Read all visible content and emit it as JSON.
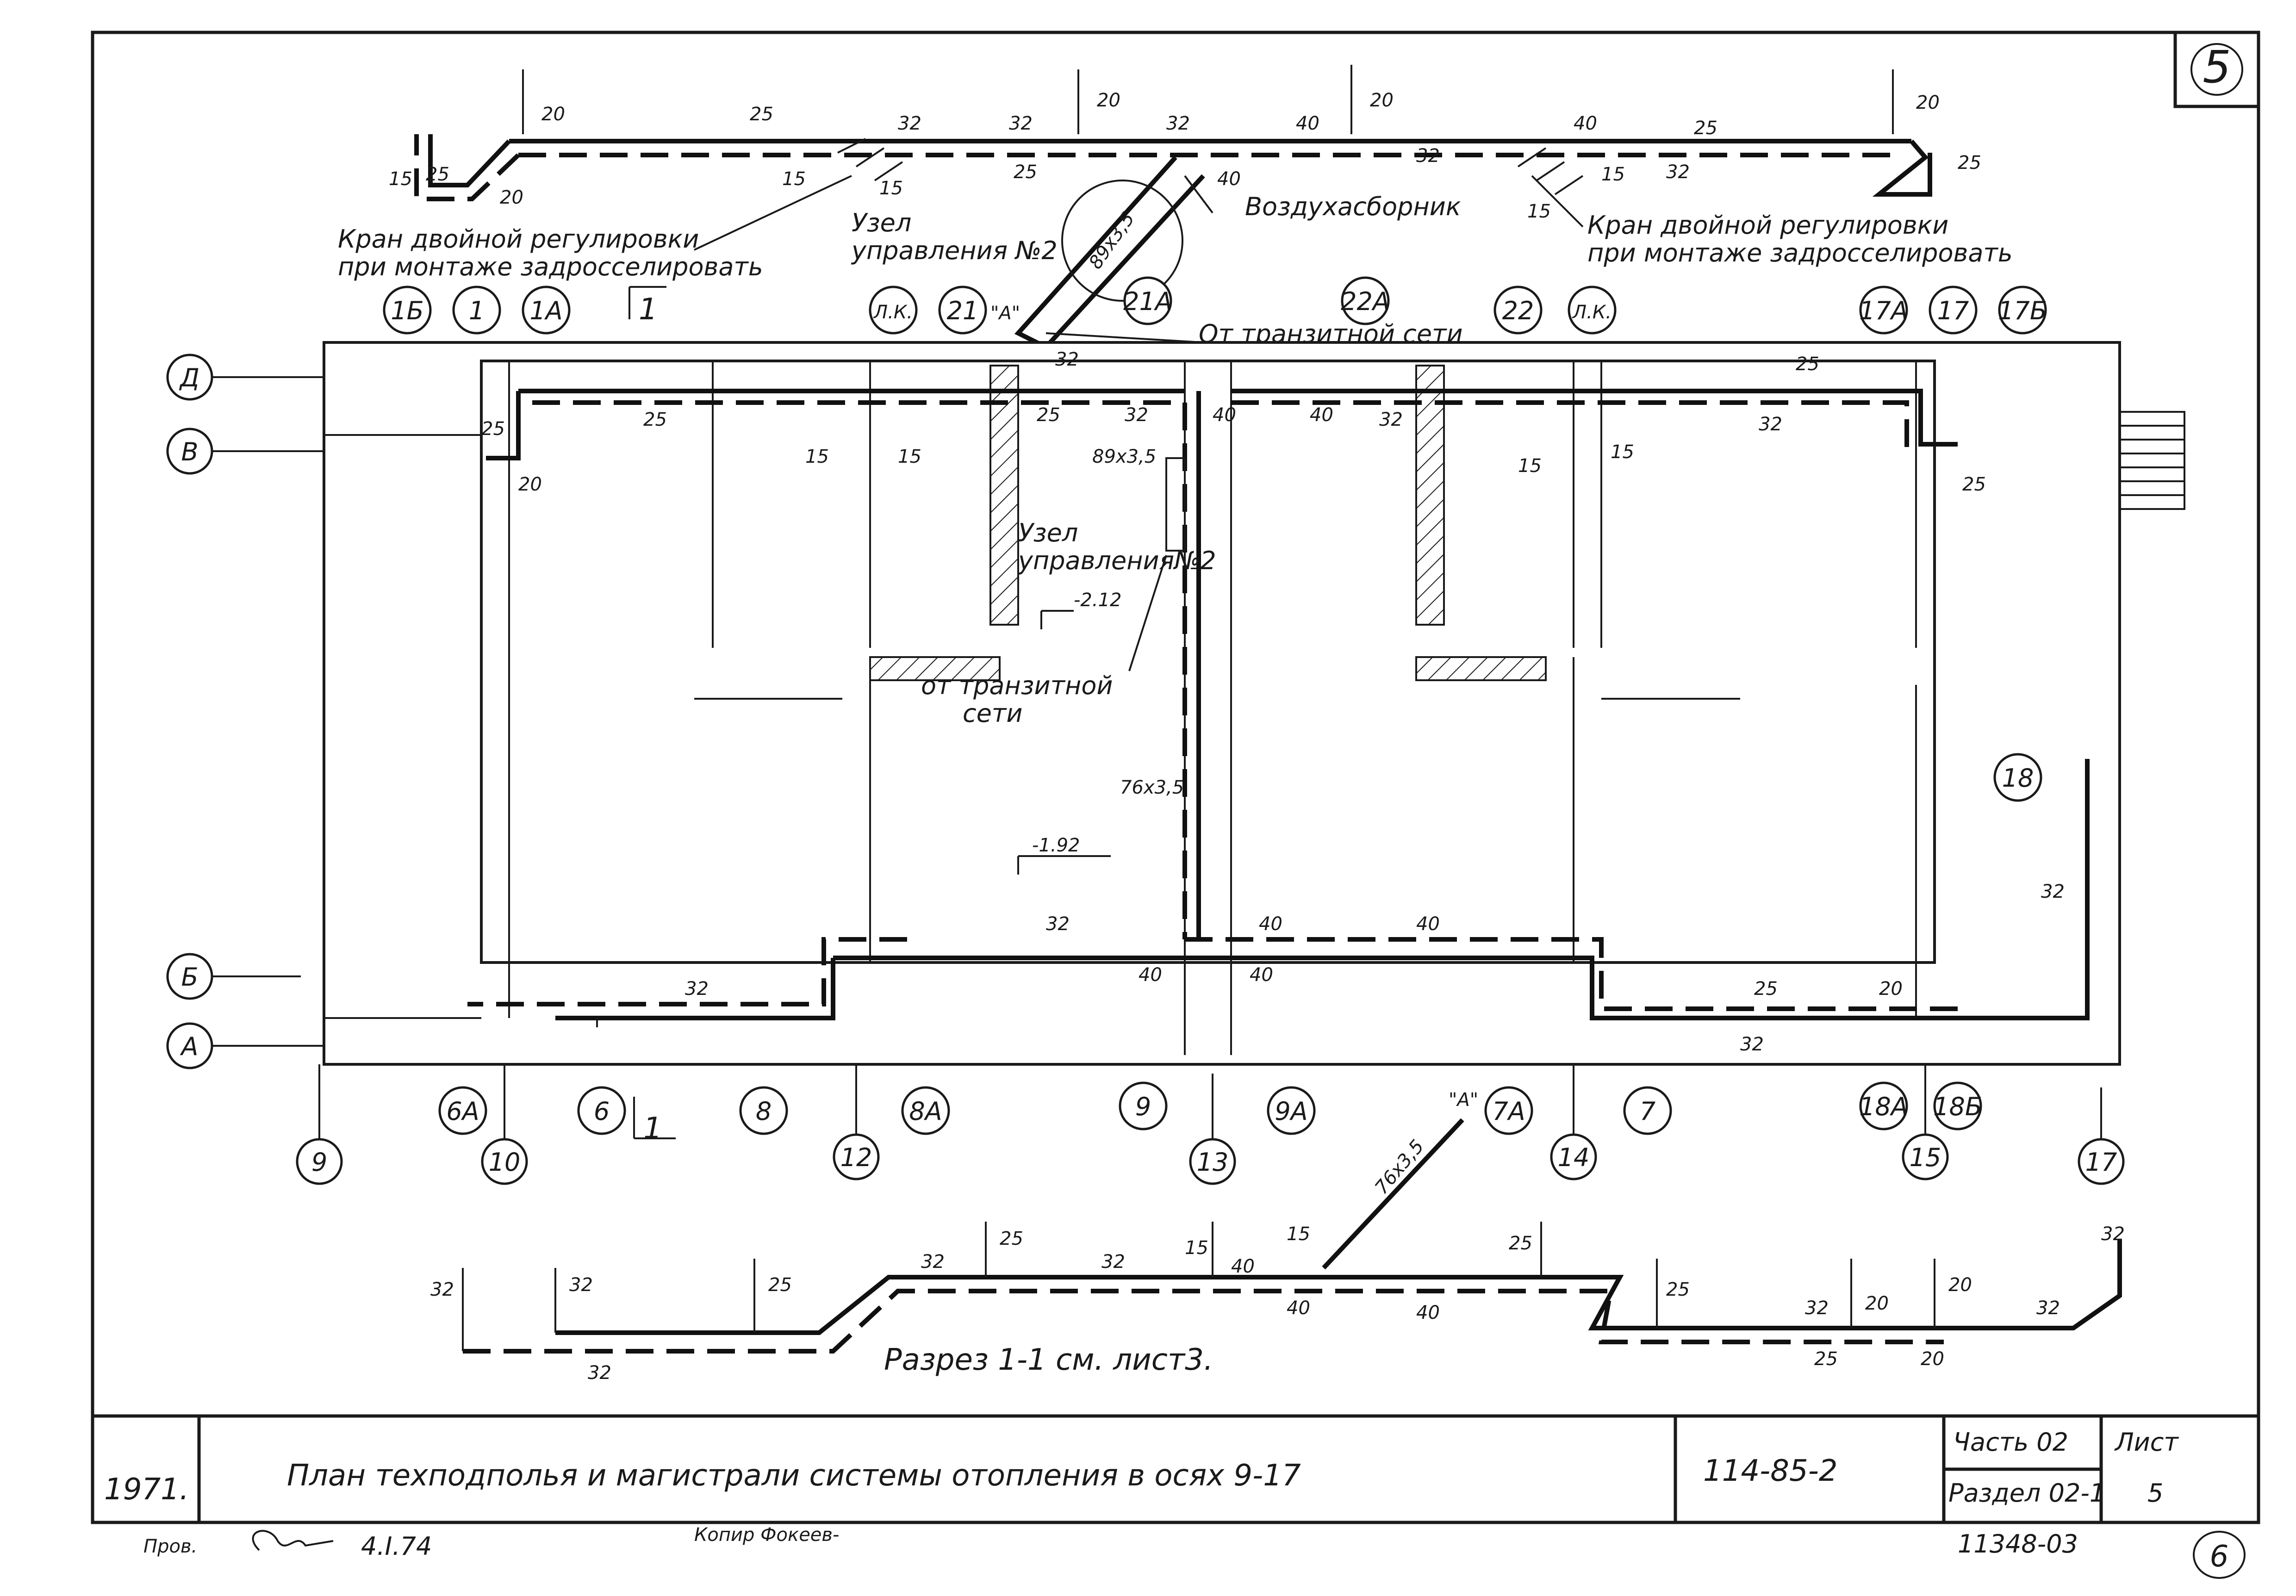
{
  "sheet_number_top": "5",
  "sheet_number_bottom": "6",
  "title_block": {
    "year": "1971.",
    "title": "План техподполья и магистрали системы отопления в осях 9-17",
    "project_code": "114-85-2",
    "part": "Часть 02",
    "section": "Раздел 02-1",
    "sheet_label": "Лист",
    "sheet_no": "5",
    "inventory": "11348-03",
    "checked_label": "Пров.",
    "checked_date": "4.I.74",
    "copied_label": "Копир Фокеев-"
  },
  "callouts": {
    "valve_left_1": "Кран двойной регулировки",
    "valve_left_2": "при монтаже задросселировать",
    "valve_right_1": "Кран двойной регулировки",
    "valve_right_2": "при монтаже задросселировать",
    "unit_top_1": "Узел",
    "unit_top_2": "управления №2",
    "air_collector": "Воздухасборник",
    "from_transit_top": "От транзитной сети",
    "unit_plan_1": "Узел",
    "unit_plan_2": "управления№2",
    "from_transit_plan_1": "от транзитной",
    "from_transit_plan_2": "сети",
    "section_ref": "Разрез 1-1 см. лист3.",
    "mark_A_top": "\"А\"",
    "mark_A_bottom": "\"А\"",
    "level_1": "-2.12",
    "level_2": "-1.92",
    "section_mark_top": "1",
    "section_mark_bottom": "1"
  },
  "axes_rows": [
    "Д",
    "В",
    "Б",
    "А"
  ],
  "axes_cols": [
    "9",
    "10",
    "12",
    "13",
    "14",
    "15",
    "17"
  ],
  "risers_top": [
    "1Б",
    "1",
    "1А",
    "Л.К.",
    "21",
    "21А",
    "22А",
    "22",
    "Л.К.",
    "17А",
    "17",
    "17Б"
  ],
  "risers_bottom": [
    "6А",
    "6",
    "8",
    "8А",
    "9",
    "9А",
    "7А",
    "7",
    "18А",
    "18Б"
  ],
  "riser_right": "18",
  "pipe_sizes": {
    "top": [
      "20",
      "25",
      "15",
      "20",
      "25",
      "32",
      "15",
      "15",
      "32",
      "25",
      "20",
      "32",
      "40",
      "40",
      "20",
      "32",
      "40",
      "15",
      "15",
      "25",
      "32",
      "20",
      "25",
      "89x3,5"
    ],
    "plan": [
      "32",
      "25",
      "25",
      "20",
      "15",
      "15",
      "25",
      "32",
      "40",
      "40",
      "32",
      "15",
      "15",
      "25",
      "32",
      "25",
      "89x3,5",
      "76x3,5",
      "32",
      "32",
      "40",
      "40",
      "40",
      "40",
      "32",
      "25",
      "20",
      "32",
      "32"
    ],
    "bottom": [
      "32",
      "32",
      "25",
      "32",
      "25",
      "32",
      "15",
      "40",
      "40",
      "40",
      "15",
      "25",
      "25",
      "32",
      "20",
      "20",
      "32",
      "32",
      "25",
      "20",
      "76x3,5",
      "32"
    ]
  }
}
